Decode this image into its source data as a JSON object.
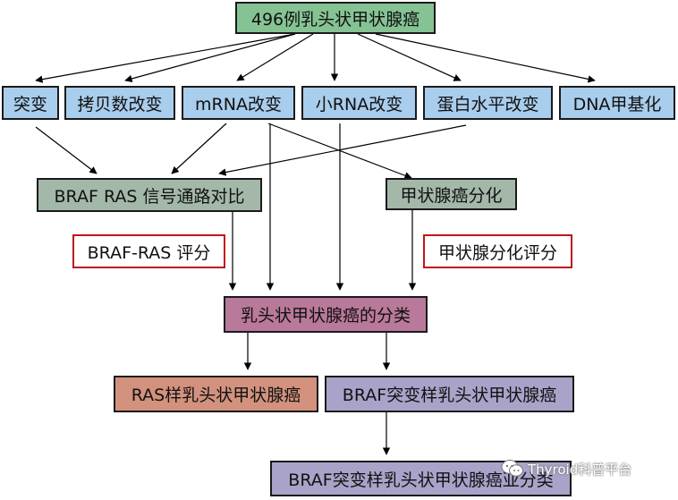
{
  "diagram": {
    "root": "496例乳头状甲状腺癌",
    "categories": [
      "突变",
      "拷贝数改变",
      "mRNA改变",
      "小RNA改变",
      "蛋白水平改变",
      "DNA甲基化"
    ],
    "braf_ras_node": "BRAF RAS 信号通路对比",
    "differentiation_node": "甲状腺癌分化",
    "braf_ras_score": "BRAF-RAS 评分",
    "differentiation_score": "甲状腺分化评分",
    "classification": "乳头状甲状腺癌的分类",
    "ras_like": "RAS样乳头状甲状腺癌",
    "braf_like": "BRAF突变样乳头状甲状腺癌",
    "braf_subclass": "BRAF突变样乳头状甲状腺癌亚分类"
  },
  "watermark": {
    "text": "Thyroid科普平台",
    "icon": "wechat-icon"
  },
  "colors": {
    "root": "#86c394",
    "category": "#a9cdec",
    "intermediate": "#a3b8a8",
    "score_border": "#c0141c",
    "classification": "#b9799a",
    "ras_like": "#d2927d",
    "braf_like": "#a9a3c9"
  }
}
